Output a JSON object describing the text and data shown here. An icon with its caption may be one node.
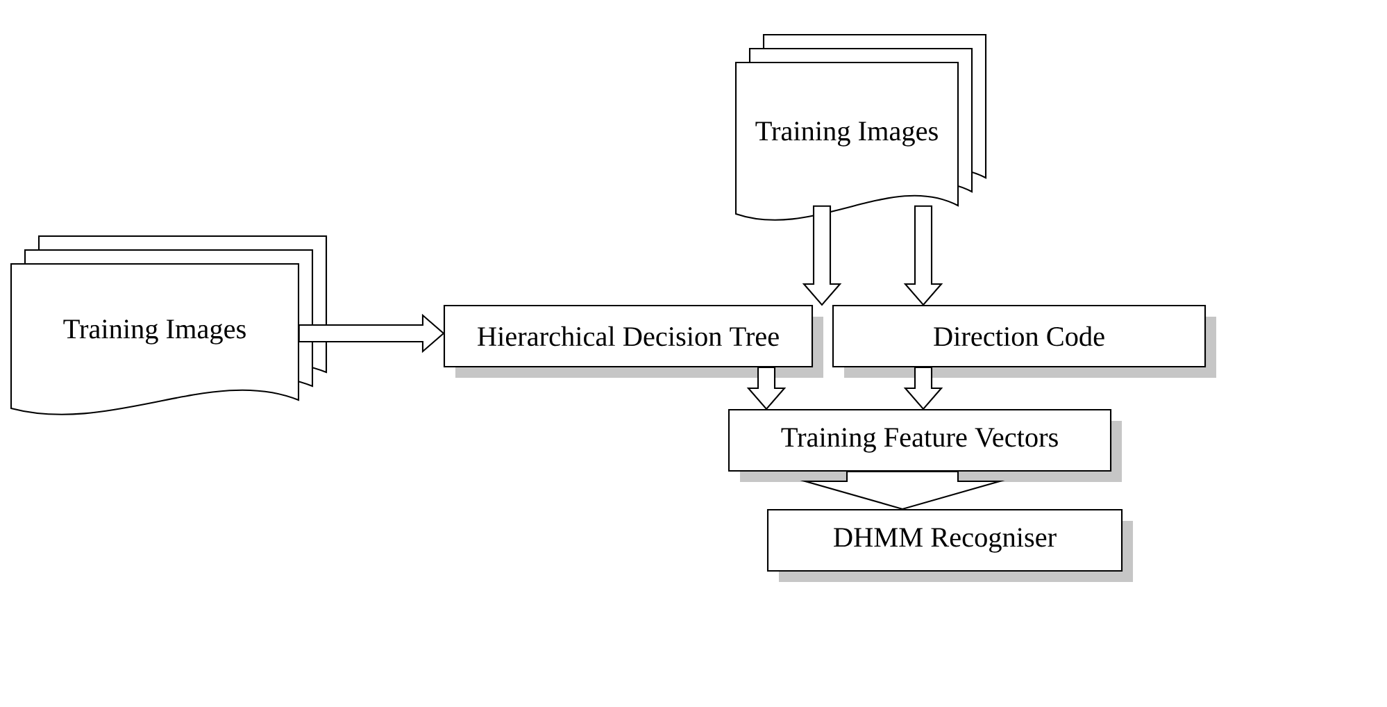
{
  "diagram": {
    "nodes": [
      {
        "text": [
          "Training Images"
        ]
      },
      {
        "text": [
          "Training Images"
        ]
      },
      {
        "text": [
          "Hierarchical Decision Tree"
        ]
      },
      {
        "text": [
          "Direction Code"
        ]
      },
      {
        "text": [
          "Training Feature Vectors"
        ]
      },
      {
        "text": [
          "DHMM Recogniser"
        ]
      }
    ],
    "edges": [
      {
        "from": 0,
        "to": 2,
        "arrow": "to"
      },
      {
        "from": 0,
        "to": 3,
        "arrow": "to"
      },
      {
        "from": 1,
        "to": 2,
        "arrow": "to"
      },
      {
        "from": 2,
        "to": 4,
        "arrow": "to"
      },
      {
        "from": 3,
        "to": 4,
        "arrow": "to"
      },
      {
        "from": 4,
        "to": 5,
        "arrow": "to",
        "style": "thick"
      }
    ]
  }
}
